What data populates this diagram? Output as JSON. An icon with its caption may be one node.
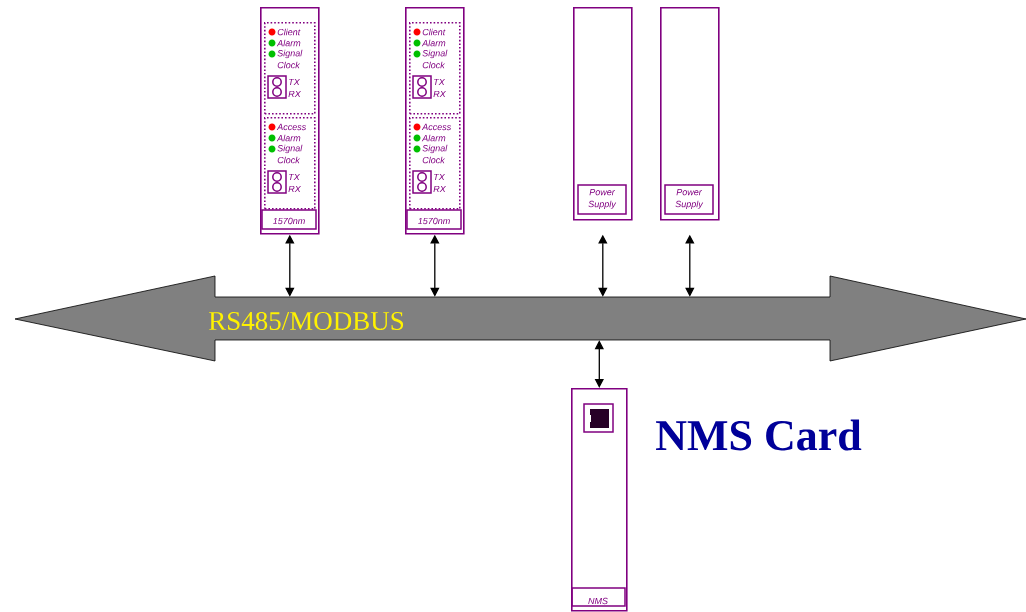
{
  "diagram": {
    "nodes": [
      {
        "text": [
          "RS485/MODBUS"
        ]
      },
      {
        "text": [
          "1570nm"
        ]
      },
      {
        "text": [
          "Client",
          "Alarm",
          "Signal",
          "Clock",
          "TX",
          "RX"
        ],
        "in": 1
      },
      {
        "text": [
          "Access",
          "Alarm",
          "Signal",
          "Clock",
          "TX",
          "RX"
        ],
        "in": 1
      },
      {
        "text": [
          "1570nm"
        ]
      },
      {
        "text": [
          "Client",
          "Alarm",
          "Signal",
          "Clock",
          "TX",
          "RX"
        ],
        "in": 4
      },
      {
        "text": [
          "Access",
          "Alarm",
          "Signal",
          "Clock",
          "TX",
          "RX"
        ],
        "in": 4
      },
      {
        "text": [
          "Power Supply"
        ]
      },
      {
        "text": [
          "Power Supply"
        ]
      },
      {
        "text": [
          "NMS"
        ],
        "beside": [
          "NMS Card"
        ]
      }
    ],
    "edges": [
      {
        "from": 1,
        "to": 0,
        "arrow": "both"
      },
      {
        "from": 4,
        "to": 0,
        "arrow": "both"
      },
      {
        "from": 7,
        "to": 0,
        "arrow": "both"
      },
      {
        "from": 8,
        "to": 0,
        "arrow": "both"
      },
      {
        "from": 0,
        "to": 9,
        "arrow": "both"
      }
    ]
  }
}
